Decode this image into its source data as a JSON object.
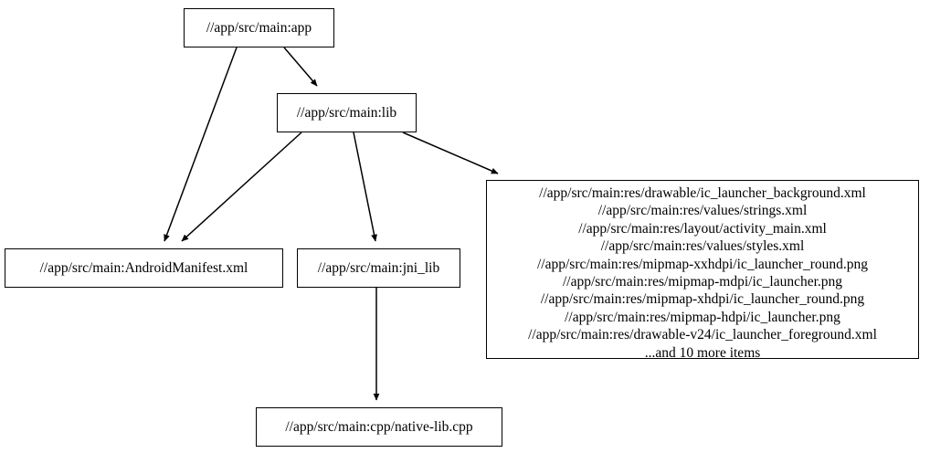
{
  "graph": {
    "type": "dependency-graph",
    "nodes": [
      {
        "id": "app",
        "label": "//app/src/main:app"
      },
      {
        "id": "lib",
        "label": "//app/src/main:lib"
      },
      {
        "id": "manifest",
        "label": "//app/src/main:AndroidManifest.xml"
      },
      {
        "id": "jni_lib",
        "label": "//app/src/main:jni_lib"
      },
      {
        "id": "resources",
        "label": "//app/src/main:res/drawable/ic_launcher_background.xml\n//app/src/main:res/values/strings.xml\n//app/src/main:res/layout/activity_main.xml\n//app/src/main:res/values/styles.xml\n//app/src/main:res/mipmap-xxhdpi/ic_launcher_round.png\n//app/src/main:res/mipmap-mdpi/ic_launcher.png\n//app/src/main:res/mipmap-xhdpi/ic_launcher_round.png\n//app/src/main:res/mipmap-hdpi/ic_launcher.png\n//app/src/main:res/drawable-v24/ic_launcher_foreground.xml\n...and 10 more items",
        "lines": [
          "//app/src/main:res/drawable/ic_launcher_background.xml",
          "//app/src/main:res/values/strings.xml",
          "//app/src/main:res/layout/activity_main.xml",
          "//app/src/main:res/values/styles.xml",
          "//app/src/main:res/mipmap-xxhdpi/ic_launcher_round.png",
          "//app/src/main:res/mipmap-mdpi/ic_launcher.png",
          "//app/src/main:res/mipmap-xhdpi/ic_launcher_round.png",
          "//app/src/main:res/mipmap-hdpi/ic_launcher.png",
          "//app/src/main:res/drawable-v24/ic_launcher_foreground.xml",
          "...and 10 more items"
        ]
      },
      {
        "id": "native_lib_cpp",
        "label": "//app/src/main:cpp/native-lib.cpp"
      }
    ],
    "edges": [
      {
        "from": "app",
        "to": "manifest"
      },
      {
        "from": "app",
        "to": "lib"
      },
      {
        "from": "lib",
        "to": "manifest"
      },
      {
        "from": "lib",
        "to": "jni_lib"
      },
      {
        "from": "lib",
        "to": "resources"
      },
      {
        "from": "jni_lib",
        "to": "native_lib_cpp"
      }
    ],
    "colors": {
      "background": "#ffffff",
      "node_border": "#000000",
      "node_fill": "#ffffff",
      "edge": "#000000",
      "text": "#000000"
    }
  }
}
